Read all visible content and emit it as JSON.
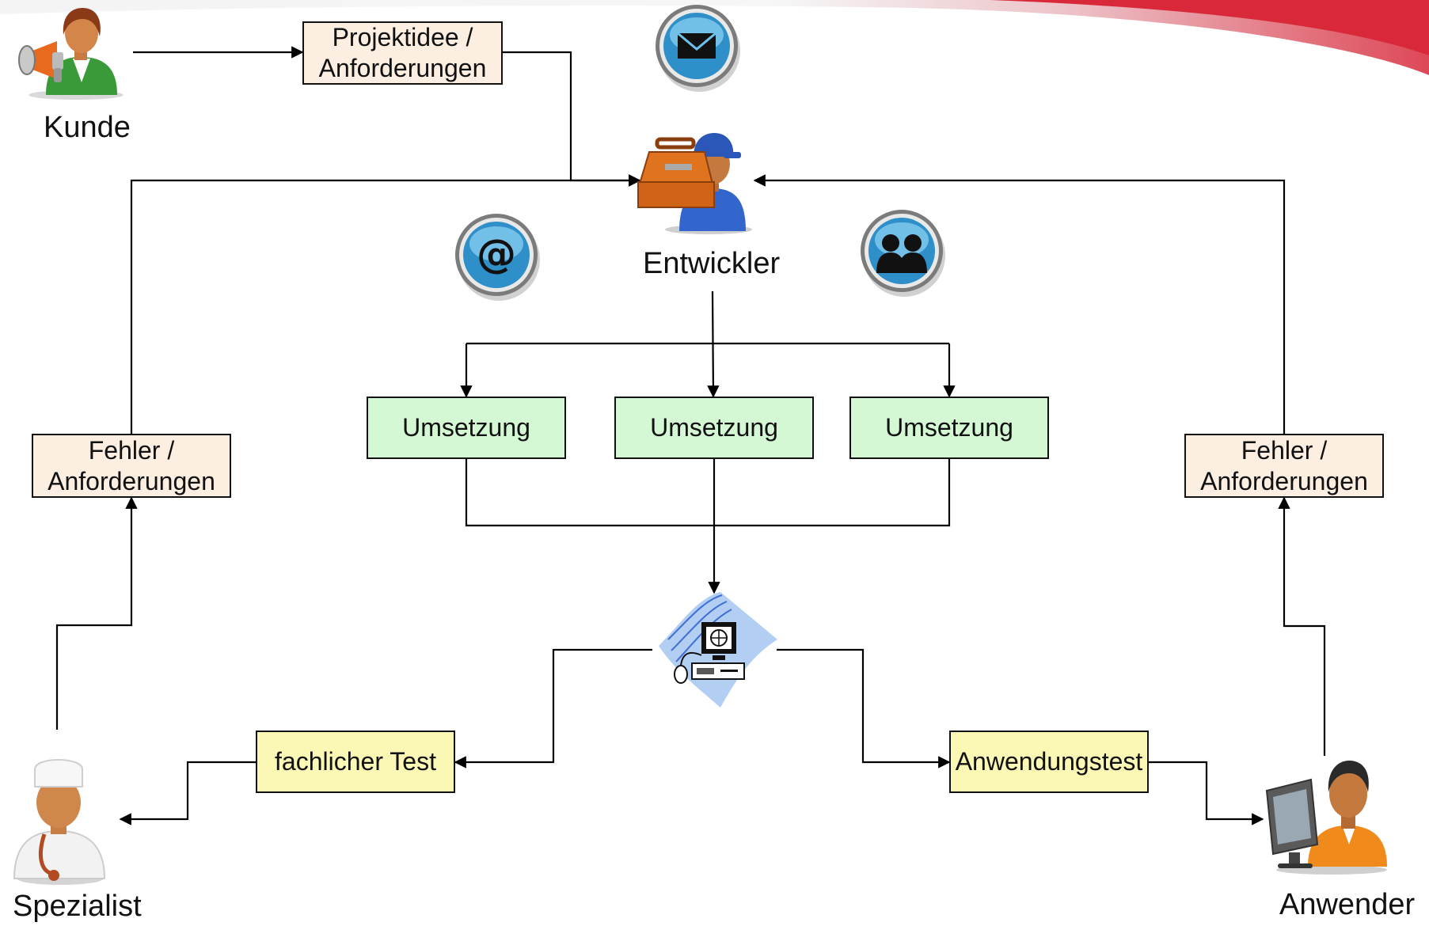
{
  "roles": {
    "kunde": "Kunde",
    "entwickler": "Entwickler",
    "spezialist": "Spezialist",
    "anwender": "Anwender"
  },
  "boxes": {
    "projektidee": "Projektidee /\nAnforderungen",
    "fehler_links": "Fehler /\nAnforderungen",
    "fehler_rechts": "Fehler /\nAnforderungen",
    "umsetzung_1": "Umsetzung",
    "umsetzung_2": "Umsetzung",
    "umsetzung_3": "Umsetzung",
    "fachlicher_test": "fachlicher Test",
    "anwendungstest": "Anwendungstest"
  },
  "icons": [
    "customer-megaphone-icon",
    "developer-toolbox-icon",
    "doctor-specialist-icon",
    "user-at-computer-icon",
    "mail-icon",
    "at-sign-icon",
    "people-icon",
    "computer-workstation-icon"
  ],
  "colors": {
    "peach_box": "#fdeee2",
    "green_box": "#d4f7d4",
    "yellow_box": "#fbf7b5",
    "accent_red": "#d8283a"
  }
}
